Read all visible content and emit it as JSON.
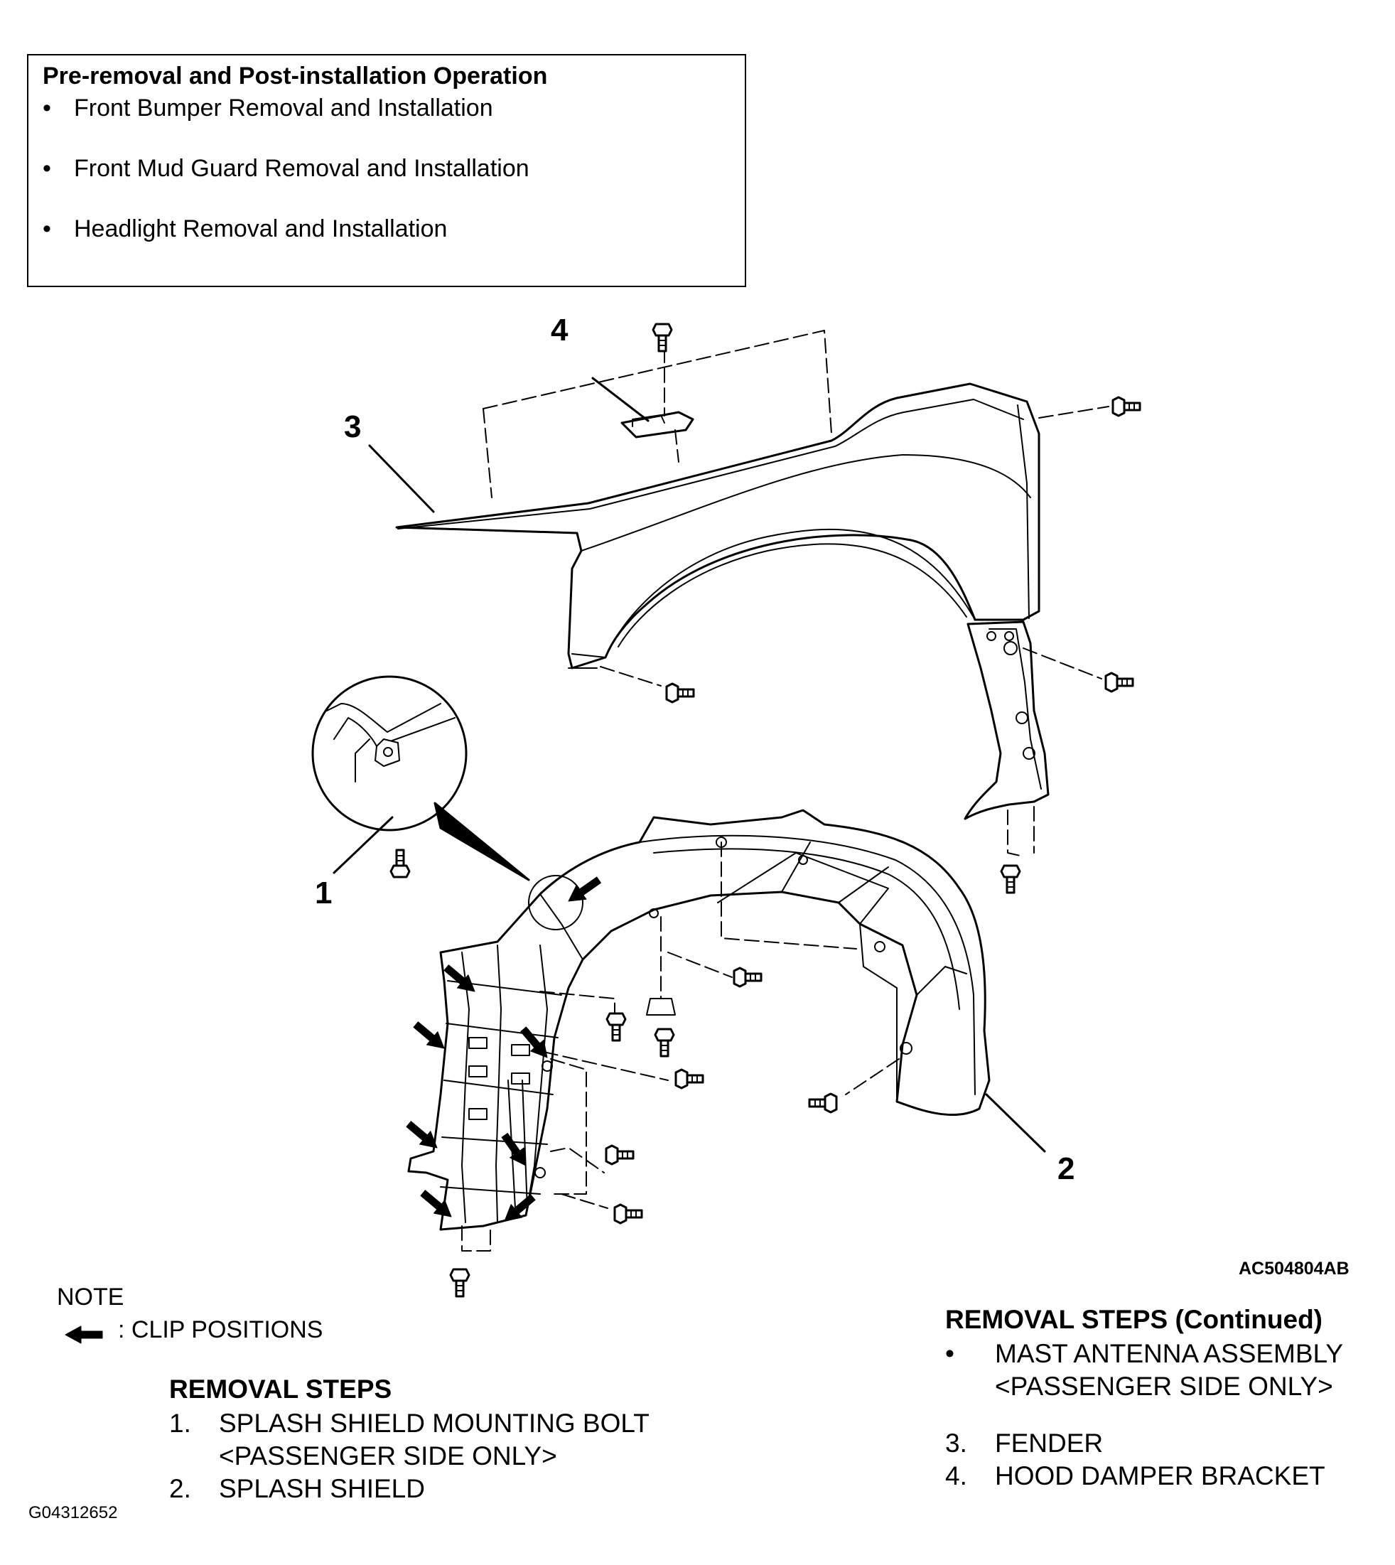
{
  "pre_box": {
    "title": "Pre-removal and Post-installation Operation",
    "items": [
      "Front Bumper Removal and Installation",
      "Front Mud Guard Removal and Installation",
      "Headlight Removal and Installation"
    ]
  },
  "callouts": [
    "1",
    "2",
    "3",
    "4"
  ],
  "figure_code_right": "AC504804AB",
  "figure_code_left": "G04312652",
  "note": {
    "title": "NOTE",
    "clip_label": ": CLIP POSITIONS"
  },
  "removal_steps": {
    "title": "REMOVAL STEPS",
    "items": [
      {
        "num": "1.",
        "line1": "SPLASH SHIELD MOUNTING BOLT",
        "line2": "<PASSENGER SIDE ONLY>"
      },
      {
        "num": "2.",
        "line1": "SPLASH SHIELD"
      }
    ]
  },
  "removal_steps_continued": {
    "title": "REMOVAL STEPS (Continued)",
    "items": [
      {
        "num": "•",
        "line1": "MAST ANTENNA ASSEMBLY",
        "line2": "<PASSENGER SIDE ONLY>"
      },
      {
        "num": "3.",
        "line1": "FENDER"
      },
      {
        "num": "4.",
        "line1": "HOOD DAMPER BRACKET"
      }
    ]
  }
}
